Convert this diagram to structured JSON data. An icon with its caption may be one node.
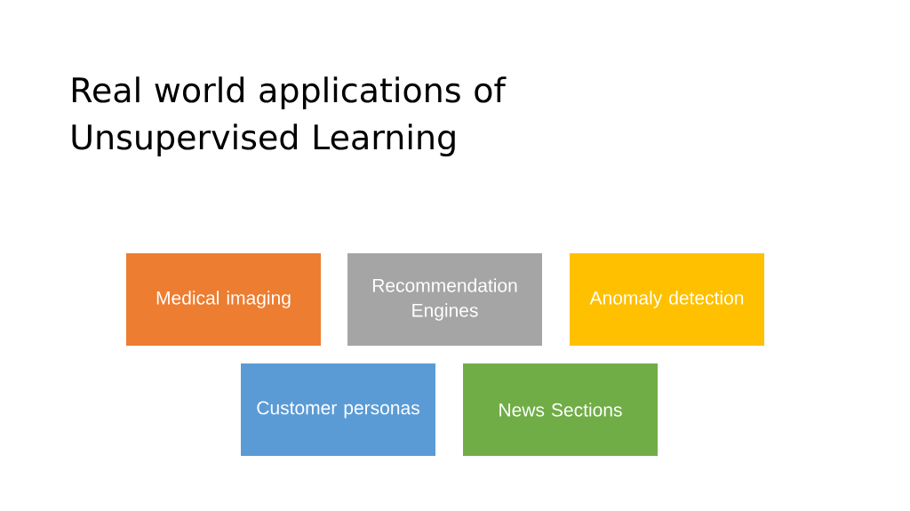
{
  "diagram": {
    "title": "Real world applications of Unsupervised Learning",
    "nodes": [
      {
        "text": [
          "Medical imaging"
        ]
      },
      {
        "text": [
          "Recommendation Engines"
        ]
      },
      {
        "text": [
          "Anomaly detection"
        ]
      },
      {
        "text": [
          "Customer personas"
        ]
      },
      {
        "text": [
          "News Sections"
        ]
      }
    ]
  }
}
